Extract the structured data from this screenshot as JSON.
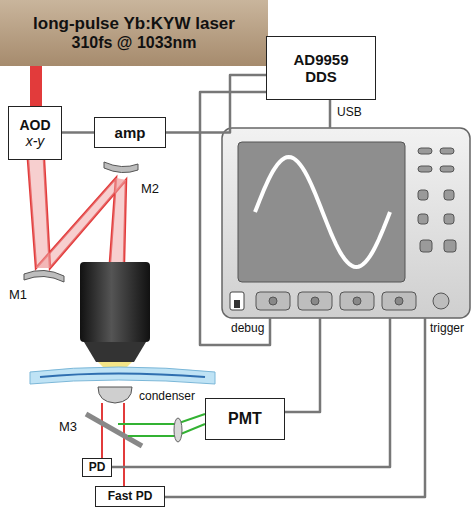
{
  "diagram": {
    "nodes": [
      {
        "text": [
          "long-pulse Yb:KYW laser",
          "310fs @ 1033nm"
        ]
      },
      {
        "text": [
          "AD9959",
          "DDS"
        ]
      },
      {
        "text": [
          "AOD",
          "x-y"
        ]
      },
      {
        "text": [
          "amp"
        ]
      },
      {
        "text": [
          "PMT"
        ]
      },
      {
        "text": [
          "PD"
        ]
      },
      {
        "text": [
          "Fast PD"
        ]
      }
    ],
    "edges": [
      {
        "from": 0,
        "to": 2,
        "arrow": "none"
      },
      {
        "from": 2,
        "to": 3,
        "arrow": "none"
      },
      {
        "from": 3,
        "to": 1,
        "arrow": "none"
      }
    ],
    "labels": [
      "M1",
      "M2",
      "M3",
      "condenser",
      "USB",
      "debug",
      "trigger"
    ]
  }
}
